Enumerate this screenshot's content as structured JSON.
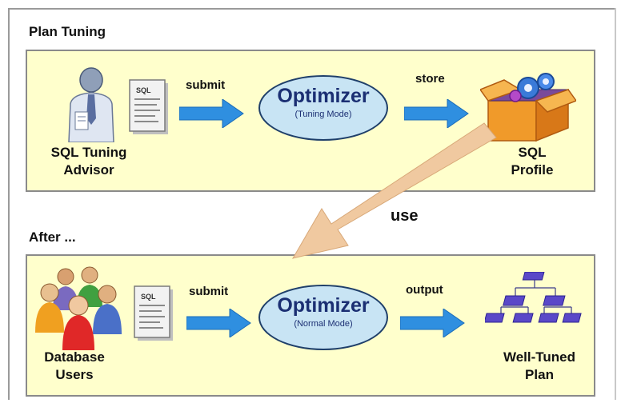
{
  "sections": {
    "top_title": "Plan Tuning",
    "bottom_title": "After ..."
  },
  "top": {
    "actor_label_line1": "SQL Tuning",
    "actor_label_line2": "Advisor",
    "doc_text": "SQL",
    "submit_label": "submit",
    "optimizer_title": "Optimizer",
    "optimizer_mode": "(Tuning Mode)",
    "store_label": "store",
    "profile_label_line1": "SQL",
    "profile_label_line2": "Profile"
  },
  "use_label": "use",
  "bottom": {
    "actor_label_line1": "Database",
    "actor_label_line2": "Users",
    "doc_text": "SQL",
    "submit_label": "submit",
    "optimizer_title": "Optimizer",
    "optimizer_mode": "(Normal Mode)",
    "output_label": "output",
    "plan_label_line1": "Well-Tuned",
    "plan_label_line2": "Plan"
  },
  "colors": {
    "panel_fill": "#ffffcc",
    "arrow_blue": "#2f8fe0",
    "use_arrow": "#f0c9a0",
    "ellipse_fill": "#c8e4f4",
    "ellipse_text": "#1b2f73"
  }
}
